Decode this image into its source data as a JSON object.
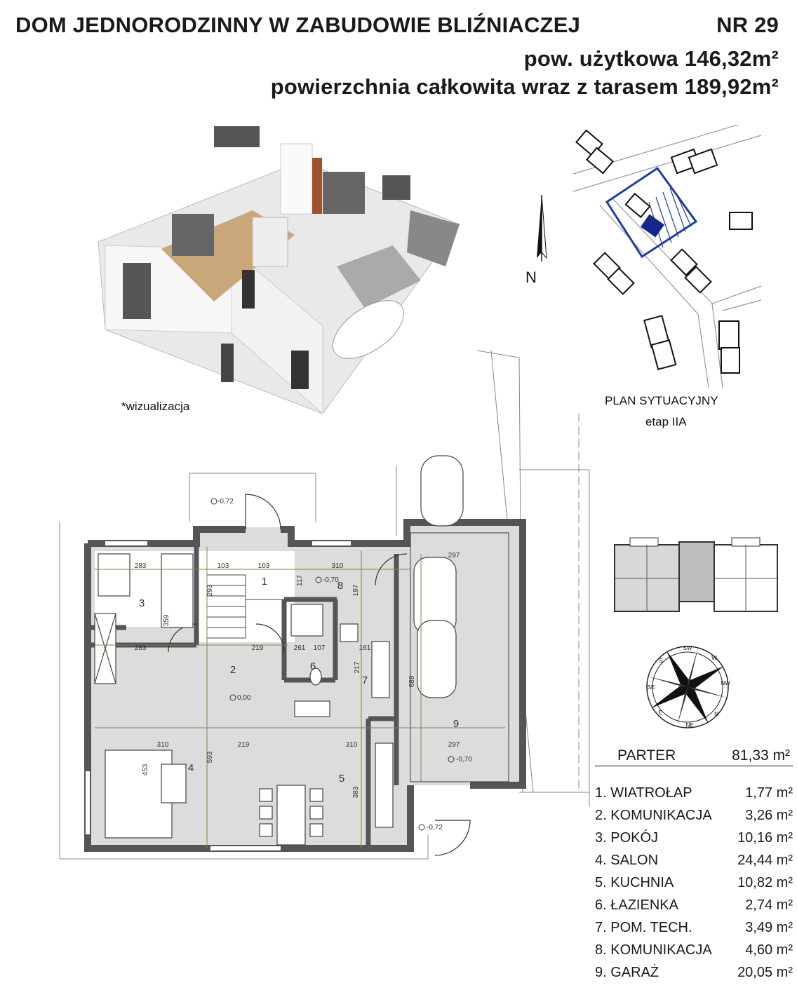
{
  "header": {
    "title": "DOM JEDNORODZINNY W ZABUDOWIE BLIŹNIACZEJ",
    "number": "NR 29",
    "usable_area": "pow. użytkowa  146,32m²",
    "total_area": "powierzchnia całkowita wraz z tarasem 189,92m²"
  },
  "visualization": {
    "caption": "*wizualizacja"
  },
  "site_plan": {
    "north_label": "N",
    "caption_line1": "PLAN SYTUACYJNY",
    "caption_line2": "etap IIA"
  },
  "compass": {
    "labels": [
      "SW",
      "W",
      "NW",
      "N",
      "NE",
      "E",
      "SE",
      "S"
    ]
  },
  "floor": {
    "name": "PARTER",
    "area": "81,33 m²",
    "rooms": [
      {
        "name": "1. WIATROŁAP",
        "area": "1,77 m²"
      },
      {
        "name": "2. KOMUNIKACJA",
        "area": "3,26 m²"
      },
      {
        "name": "3. POKÓJ",
        "area": "10,16 m²"
      },
      {
        "name": "4. SALON",
        "area": "24,44 m²"
      },
      {
        "name": "5. KUCHNIA",
        "area": "10,82 m²"
      },
      {
        "name": "6. ŁAZIENKA",
        "area": "2,74 m²"
      },
      {
        "name": "7. POM. TECH.",
        "area": "3,49 m²"
      },
      {
        "name": "8. KOMUNIKACJA",
        "area": "4,60 m²"
      },
      {
        "name": "9. GARAŻ",
        "area": "20,05 m²"
      }
    ]
  },
  "plan": {
    "room_numbers": [
      "1",
      "2",
      "3",
      "4",
      "5",
      "6",
      "7",
      "8",
      "9"
    ],
    "dimensions": [
      "283",
      "103",
      "103",
      "310",
      "297",
      "117",
      "197",
      "293",
      "359",
      "283",
      "219",
      "261",
      "107",
      "161",
      "217",
      "689",
      "310",
      "219",
      "310",
      "297",
      "453",
      "593",
      "383"
    ],
    "levels": [
      "-0,72",
      "-0,70",
      "0,00",
      "-0,70",
      "-0,72"
    ]
  }
}
